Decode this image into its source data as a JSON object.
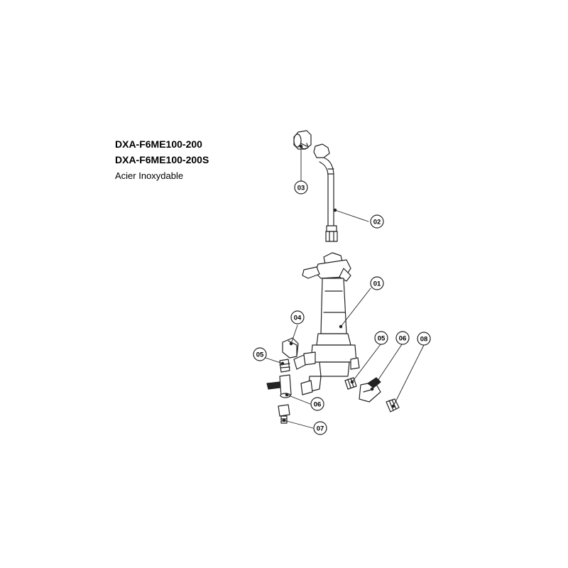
{
  "header": {
    "model_1": "DXA-F6ME100-200",
    "model_2": "DXA-F6ME100-200S",
    "material": "Acier Inoxydable"
  },
  "callouts": [
    {
      "id": "03",
      "label": "03"
    },
    {
      "id": "02",
      "label": "02"
    },
    {
      "id": "01",
      "label": "01"
    },
    {
      "id": "04",
      "label": "04"
    },
    {
      "id": "05a",
      "label": "05"
    },
    {
      "id": "05b",
      "label": "05"
    },
    {
      "id": "06a",
      "label": "06"
    },
    {
      "id": "08",
      "label": "08"
    },
    {
      "id": "06b",
      "label": "06"
    },
    {
      "id": "07",
      "label": "07"
    }
  ]
}
